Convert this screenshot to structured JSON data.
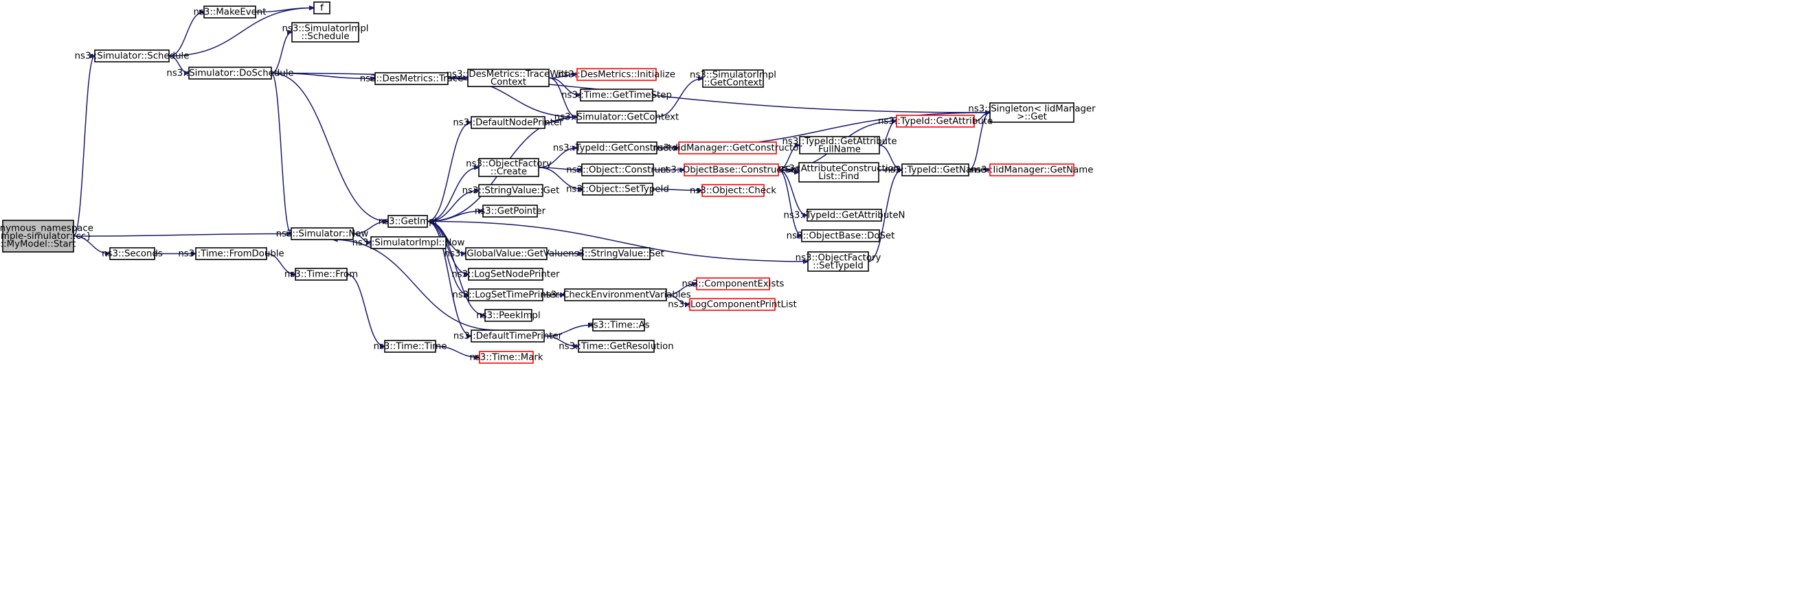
{
  "colors": {
    "edge": "#191970",
    "node_border": "#000000",
    "truncated_border": "#ff0000",
    "root_fill": "#bfbfbf"
  },
  "nodes": {
    "start": {
      "lines": [
        "anonymous_namespace",
        "{sample-simulator::cc}",
        "::MyModel::Start"
      ],
      "style": "root"
    },
    "schedule": {
      "lines": [
        "ns3::Simulator::Schedule"
      ],
      "style": "normal"
    },
    "makeevent": {
      "lines": [
        "ns3::MakeEvent"
      ],
      "style": "normal"
    },
    "f": {
      "lines": [
        "f"
      ],
      "style": "normal"
    },
    "simimplschedule": {
      "lines": [
        "ns3::SimulatorImpl",
        "::Schedule"
      ],
      "style": "normal"
    },
    "doschedule": {
      "lines": [
        "ns3::Simulator::DoSchedule"
      ],
      "style": "normal"
    },
    "desmetricstrace": {
      "lines": [
        "ns3::DesMetrics::Trace"
      ],
      "style": "normal"
    },
    "tracewithcontext": {
      "lines": [
        "ns3::DesMetrics::TraceWith",
        "Context"
      ],
      "style": "normal"
    },
    "desmetricsinit": {
      "lines": [
        "ns3::DesMetrics::Initialize"
      ],
      "style": "truncated"
    },
    "gettimestep": {
      "lines": [
        "ns3::Time::GetTimeStep"
      ],
      "style": "normal"
    },
    "simimplgetcontext": {
      "lines": [
        "ns3::SimulatorImpl",
        "::GetContext"
      ],
      "style": "normal"
    },
    "getcontext": {
      "lines": [
        "ns3::Simulator::GetContext"
      ],
      "style": "normal"
    },
    "defaultnodeprinter": {
      "lines": [
        "ns3::DefaultNodePrinter"
      ],
      "style": "normal"
    },
    "singletonget": {
      "lines": [
        "ns3::Singleton< IidManager",
        ">::Get"
      ],
      "style": "normal"
    },
    "getattribute": {
      "lines": [
        "ns3::TypeId::GetAttribute"
      ],
      "style": "truncated"
    },
    "getattributefullname": {
      "lines": [
        "ns3::TypeId::GetAttribute",
        "FullName"
      ],
      "style": "normal"
    },
    "getconstructor": {
      "lines": [
        "ns3::TypeId::GetConstructor"
      ],
      "style": "normal"
    },
    "iidgetconstructor": {
      "lines": [
        "ns3::IidManager::GetConstructor"
      ],
      "style": "truncated"
    },
    "objectfactorycreate": {
      "lines": [
        "ns3::ObjectFactory",
        "::Create"
      ],
      "style": "normal"
    },
    "objectconstruct": {
      "lines": [
        "ns3::Object::Construct"
      ],
      "style": "normal"
    },
    "constructself": {
      "lines": [
        "ns3::ObjectBase::ConstructSelf"
      ],
      "style": "truncated"
    },
    "attrconstructionfind": {
      "lines": [
        "ns3::AttributeConstruction",
        "List::Find"
      ],
      "style": "normal"
    },
    "typeidgetname": {
      "lines": [
        "ns3::TypeId::GetName"
      ],
      "style": "normal"
    },
    "iidgetname": {
      "lines": [
        "ns3::IidManager::GetName"
      ],
      "style": "truncated"
    },
    "settypeid": {
      "lines": [
        "ns3::Object::SetTypeId"
      ],
      "style": "normal"
    },
    "objectcheck": {
      "lines": [
        "ns3::Object::Check"
      ],
      "style": "truncated"
    },
    "stringvalueget": {
      "lines": [
        "ns3::StringValue::Get"
      ],
      "style": "normal"
    },
    "getpointer": {
      "lines": [
        "ns3::GetPointer"
      ],
      "style": "normal"
    },
    "getimpl": {
      "lines": [
        "ns3::GetImpl"
      ],
      "style": "normal"
    },
    "getattributen": {
      "lines": [
        "ns3::TypeId::GetAttributeN"
      ],
      "style": "normal"
    },
    "doset": {
      "lines": [
        "ns3::ObjectBase::DoSet"
      ],
      "style": "normal"
    },
    "now": {
      "lines": [
        "ns3::Simulator::Now"
      ],
      "style": "normal"
    },
    "simimplnow": {
      "lines": [
        "ns3::SimulatorImpl::Now"
      ],
      "style": "normal"
    },
    "factorysettypeid": {
      "lines": [
        "ns3::ObjectFactory",
        "::SetTypeId"
      ],
      "style": "normal"
    },
    "seconds": {
      "lines": [
        "ns3::Seconds"
      ],
      "style": "normal"
    },
    "fromdouble": {
      "lines": [
        "ns3::Time::FromDouble"
      ],
      "style": "normal"
    },
    "globalvaluegetvalue": {
      "lines": [
        "ns3::GlobalValue::GetValue"
      ],
      "style": "normal"
    },
    "stringvalueset": {
      "lines": [
        "ns3::StringValue::Set"
      ],
      "style": "normal"
    },
    "timefrom": {
      "lines": [
        "ns3::Time::From"
      ],
      "style": "normal"
    },
    "logsetnodeprinter": {
      "lines": [
        "ns3::LogSetNodePrinter"
      ],
      "style": "normal"
    },
    "componentexists": {
      "lines": [
        "ns3::ComponentExists"
      ],
      "style": "truncated"
    },
    "logsettimeprinter": {
      "lines": [
        "ns3::LogSetTimePrinter"
      ],
      "style": "normal"
    },
    "checkenv": {
      "lines": [
        "ns3::CheckEnvironmentVariables"
      ],
      "style": "normal"
    },
    "logcomponentprintlist": {
      "lines": [
        "ns3::LogComponentPrintList"
      ],
      "style": "truncated"
    },
    "peekimpl": {
      "lines": [
        "ns3::PeekImpl"
      ],
      "style": "normal"
    },
    "timeas": {
      "lines": [
        "ns3::Time::As"
      ],
      "style": "normal"
    },
    "defaulttimeprinter": {
      "lines": [
        "ns3::DefaultTimePrinter"
      ],
      "style": "normal"
    },
    "getresolution": {
      "lines": [
        "ns3::Time::GetResolution"
      ],
      "style": "normal"
    },
    "timetime": {
      "lines": [
        "ns3::Time::Time"
      ],
      "style": "normal"
    },
    "timemark": {
      "lines": [
        "ns3::Time::Mark"
      ],
      "style": "truncated"
    }
  },
  "edges": [
    [
      "start",
      "schedule"
    ],
    [
      "start",
      "now"
    ],
    [
      "start",
      "seconds"
    ],
    [
      "schedule",
      "makeevent"
    ],
    [
      "schedule",
      "f"
    ],
    [
      "schedule",
      "doschedule"
    ],
    [
      "makeevent",
      "f"
    ],
    [
      "doschedule",
      "simimplschedule"
    ],
    [
      "doschedule",
      "singletonget"
    ],
    [
      "doschedule",
      "desmetricstrace"
    ],
    [
      "doschedule",
      "now"
    ],
    [
      "doschedule",
      "getimpl"
    ],
    [
      "desmetricstrace",
      "tracewithcontext"
    ],
    [
      "desmetricstrace",
      "getcontext"
    ],
    [
      "tracewithcontext",
      "desmetricsinit"
    ],
    [
      "tracewithcontext",
      "gettimestep"
    ],
    [
      "tracewithcontext",
      "getcontext"
    ],
    [
      "getcontext",
      "simimplgetcontext"
    ],
    [
      "defaultnodeprinter",
      "getcontext"
    ],
    [
      "getimpl",
      "defaultnodeprinter"
    ],
    [
      "getimpl",
      "getcontext"
    ],
    [
      "getimpl",
      "objectfactorycreate"
    ],
    [
      "getimpl",
      "stringvalueget"
    ],
    [
      "getimpl",
      "getpointer"
    ],
    [
      "getimpl",
      "factorysettypeid"
    ],
    [
      "getimpl",
      "globalvaluegetvalue"
    ],
    [
      "getimpl",
      "logsetnodeprinter"
    ],
    [
      "getimpl",
      "logsettimeprinter"
    ],
    [
      "getimpl",
      "peekimpl"
    ],
    [
      "getimpl",
      "defaulttimeprinter"
    ],
    [
      "objectfactorycreate",
      "getconstructor"
    ],
    [
      "objectfactorycreate",
      "objectconstruct"
    ],
    [
      "objectfactorycreate",
      "settypeid"
    ],
    [
      "getconstructor",
      "singletonget"
    ],
    [
      "getconstructor",
      "iidgetconstructor"
    ],
    [
      "objectconstruct",
      "constructself"
    ],
    [
      "constructself",
      "getattribute"
    ],
    [
      "constructself",
      "getattributefullname"
    ],
    [
      "constructself",
      "attrconstructionfind"
    ],
    [
      "constructself",
      "typeidgetname"
    ],
    [
      "constructself",
      "getattributen"
    ],
    [
      "constructself",
      "doset"
    ],
    [
      "getattribute",
      "singletonget"
    ],
    [
      "getattributefullname",
      "getattribute"
    ],
    [
      "getattributefullname",
      "typeidgetname"
    ],
    [
      "typeidgetname",
      "singletonget"
    ],
    [
      "typeidgetname",
      "iidgetname"
    ],
    [
      "settypeid",
      "objectcheck"
    ],
    [
      "now",
      "getimpl"
    ],
    [
      "now",
      "simimplnow"
    ],
    [
      "factorysettypeid",
      "typeidgetname"
    ],
    [
      "seconds",
      "fromdouble"
    ],
    [
      "fromdouble",
      "timefrom"
    ],
    [
      "timefrom",
      "timetime"
    ],
    [
      "timetime",
      "timemark"
    ],
    [
      "globalvaluegetvalue",
      "stringvalueset"
    ],
    [
      "logsettimeprinter",
      "checkenv"
    ],
    [
      "checkenv",
      "componentexists"
    ],
    [
      "checkenv",
      "logcomponentprintlist"
    ],
    [
      "defaulttimeprinter",
      "now"
    ],
    [
      "defaulttimeprinter",
      "timeas"
    ],
    [
      "defaulttimeprinter",
      "getresolution"
    ]
  ]
}
